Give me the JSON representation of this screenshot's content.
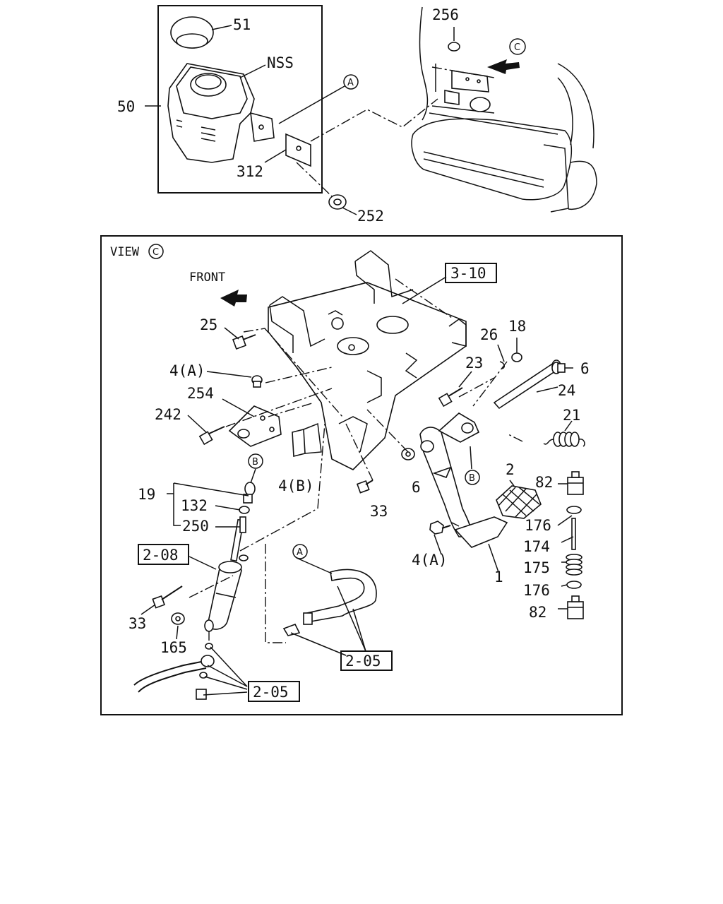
{
  "top_inset": {
    "labels": {
      "p51": "51",
      "nss": "NSS",
      "p50": "50",
      "p312": "312",
      "p252": "252",
      "p256": "256",
      "ref_a": "A",
      "ref_c": "C"
    }
  },
  "view_panel": {
    "title": "VIEW",
    "title_ref": "C",
    "front_label": "FRONT",
    "labels": {
      "p3_10": "3-10",
      "p25": "25",
      "p26": "26",
      "p18": "18",
      "p23": "23",
      "p6_right": "6",
      "p24": "24",
      "p4a_top": "4(A)",
      "p254": "254",
      "p242": "242",
      "p21": "21",
      "ref_b_left": "B",
      "ref_b_right": "B",
      "p4b": "4(B)",
      "p6_mid": "6",
      "p2": "2",
      "p82_top": "82",
      "p19": "19",
      "p132": "132",
      "p250": "250",
      "p33_mid": "33",
      "p176_top": "176",
      "p2_08": "2-08",
      "ref_a_low": "A",
      "p4a_low": "4(A)",
      "p174": "174",
      "p175": "175",
      "p1": "1",
      "p176_bot": "176",
      "p33_low": "33",
      "p82_bot": "82",
      "p165": "165",
      "p2_05_mid": "2-05",
      "p2_05_low": "2-05"
    }
  }
}
